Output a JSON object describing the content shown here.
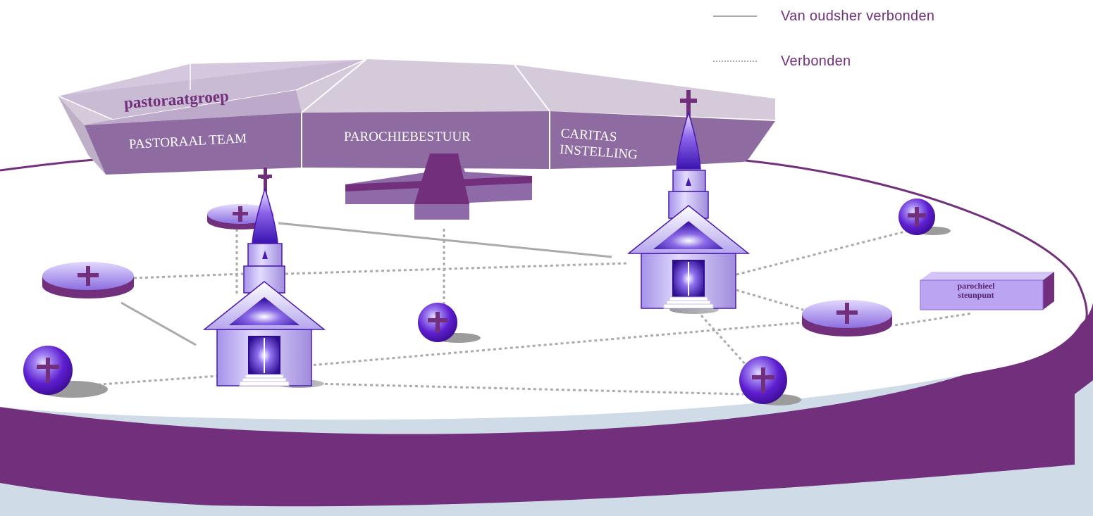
{
  "legend": {
    "solid_label": "Van oudsher verbonden",
    "dotted_label": "Verbonden"
  },
  "labels": {
    "pastoraatgroep": "pastoraatgroep",
    "pastoraal_team": "PASTORAAL TEAM",
    "parochiebestuur": "PAROCHIEBESTUUR",
    "caritas_line1": "CARITAS",
    "caritas_line2": "INSTELLING",
    "steunpunt_line1": "parochieel",
    "steunpunt_line2": "steunpunt"
  },
  "colors": {
    "brand_purple": "#72307c",
    "base_light": "#cfdce8",
    "roof_light": "#d4cad9",
    "roof_dark": "#8e6ba0",
    "node_purple": "#6a2fc8",
    "connector_grey": "#aaaaaa"
  }
}
